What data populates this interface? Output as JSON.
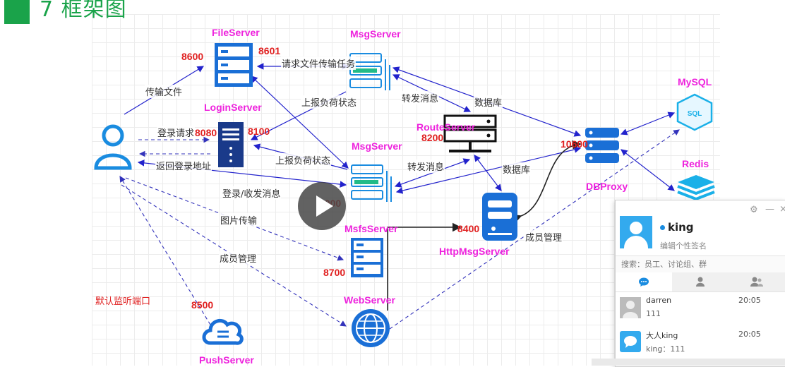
{
  "heading": {
    "text": "7 框架图"
  },
  "colors": {
    "accent": "#1aa34a",
    "server_label": "#ee22dd",
    "port": "#e02020",
    "solid_edge": "#2222cc",
    "dashed_edge": "#3333bb",
    "icon_blue": "#1a6fd6",
    "chat_accent": "#33aaee"
  },
  "servers": {
    "file": {
      "name": "FileServer",
      "port1": "8600",
      "port2": "8601"
    },
    "msg1": {
      "name": "MsgServer"
    },
    "login": {
      "name": "LoginServer",
      "port1": "8080",
      "port2": "8100"
    },
    "route": {
      "name": "RouteServer",
      "port": "8200"
    },
    "msg2": {
      "name": "MsgServer",
      "port": "8000"
    },
    "dbproxy": {
      "name": "DBProxy",
      "port": "10600"
    },
    "mysql": {
      "name": "MySQL"
    },
    "redis": {
      "name": "Redis"
    },
    "msfs": {
      "name": "MsfsServer",
      "port": "8700"
    },
    "httpmsg": {
      "name": "HttpMsgServer",
      "port": "8400"
    },
    "web": {
      "name": "WebServer"
    },
    "push": {
      "name": "PushServer",
      "port": "8500"
    }
  },
  "edges": {
    "transfer_file": "传输文件",
    "request_file_task": "请求文件传输任务",
    "report_load_1": "上报负荷状态",
    "report_load_2": "上报负荷状态",
    "forward_msg_1": "转发消息",
    "forward_msg_2": "转发消息",
    "database_1": "数据库",
    "database_2": "数据库",
    "login_request": "登录请求",
    "return_login_addr": "返回登录地址",
    "login_send_msg": "登录/收发消息",
    "image_transfer": "图片传输",
    "member_mgmt_1": "成员管理",
    "member_mgmt_2": "成员管理"
  },
  "note": {
    "default_port": "默认监听端口"
  },
  "chat_panel": {
    "username": "king",
    "signature": "编辑个性签名",
    "search_placeholder": "搜索：员工、讨论组、群",
    "icons": [
      "gear-icon",
      "minimize-icon",
      "close-icon",
      "chat-bubble-icon",
      "person-icon",
      "group-icon"
    ],
    "settings_glyph": "⚙",
    "minimize_glyph": "—",
    "close_glyph": "×",
    "conversations": [
      {
        "name": "darren",
        "time": "20:05",
        "message": "111"
      },
      {
        "name": "大人king",
        "time": "20:05",
        "message": "king：111"
      }
    ]
  }
}
